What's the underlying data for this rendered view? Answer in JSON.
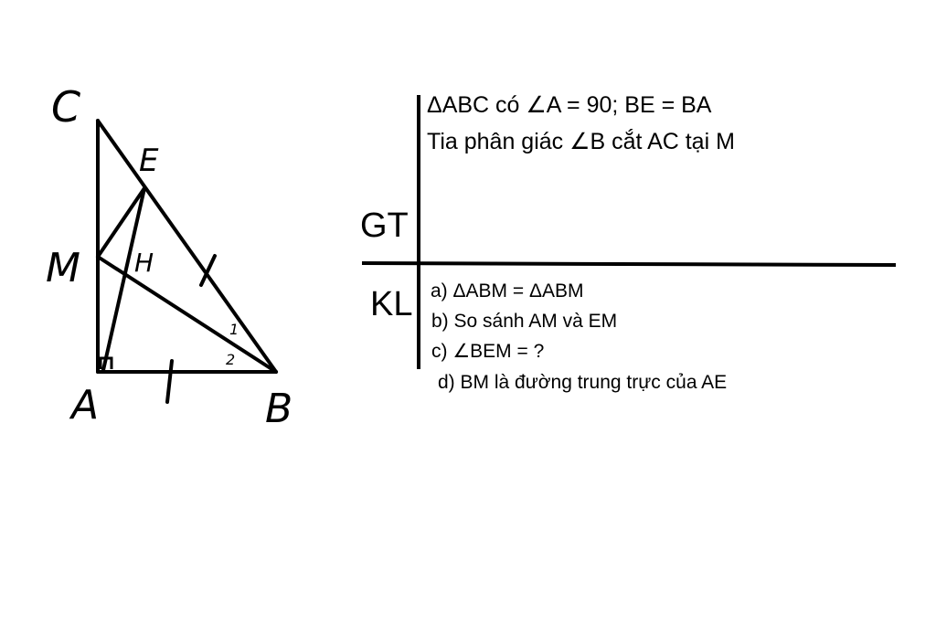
{
  "diagram": {
    "vertices": {
      "A": "A",
      "B": "B",
      "C": "C",
      "E": "E",
      "M": "M",
      "H": "H"
    },
    "angle_marks": {
      "b1": "1",
      "b2": "2"
    }
  },
  "table": {
    "gt_label": "GT",
    "kl_label": "KL",
    "given": [
      "ΔABC có ∠A = 90; BE = BA",
      "Tia phân giác ∠B cắt AC tại M"
    ],
    "conclusions": [
      "a) ΔABM = ΔABM",
      "b) So sánh AM và EM",
      "c) ∠BEM = ?",
      "d) BM là đường trung trực của AE"
    ]
  },
  "colors": {
    "ink": "#000000",
    "background": "#ffffff"
  }
}
